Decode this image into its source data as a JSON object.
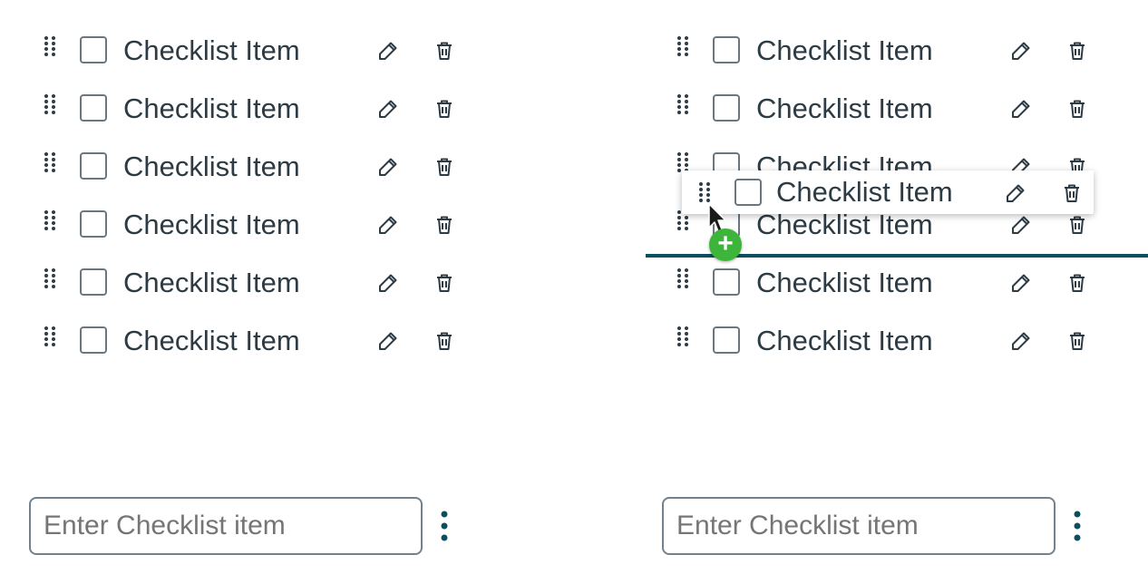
{
  "left_panel": {
    "items": [
      {
        "label": "Checklist Item"
      },
      {
        "label": "Checklist Item"
      },
      {
        "label": "Checklist Item"
      },
      {
        "label": "Checklist Item"
      },
      {
        "label": "Checklist Item"
      },
      {
        "label": "Checklist Item"
      }
    ],
    "input": {
      "value": "",
      "placeholder": "Enter Checklist item"
    }
  },
  "right_panel": {
    "items": [
      {
        "label": "Checklist Item"
      },
      {
        "label": "Checklist Item"
      },
      {
        "label": "Checklist Item"
      },
      {
        "label": "Checklist Item"
      },
      {
        "label": "Checklist Item"
      },
      {
        "label": "Checklist Item"
      }
    ],
    "dragged_item": {
      "label": "Checklist Item"
    },
    "input": {
      "value": "",
      "placeholder": "Enter Checklist item"
    }
  },
  "icons": {
    "drag": "drag-handle-icon",
    "edit": "pencil-icon",
    "delete": "trash-icon",
    "more": "kebab-menu-icon",
    "add": "plus-icon",
    "cursor": "pointer-cursor-icon"
  },
  "colors": {
    "text": "#2d3b45",
    "drop_indicator": "#0b4f5f",
    "add_badge": "#3db43a"
  }
}
